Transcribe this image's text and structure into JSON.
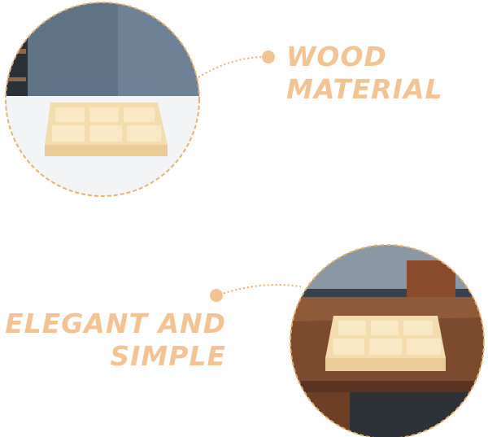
{
  "features": [
    {
      "label_lines": [
        "WOOD",
        "MATERIAL"
      ],
      "image": "wood-tray-on-white-table-photo"
    },
    {
      "label_lines": [
        "ELEGANT AND",
        "SIMPLE"
      ],
      "image": "wood-tray-on-dark-table-photo"
    }
  ],
  "colors": {
    "accent": "#f2c493",
    "circle_border": "#e8b26e",
    "wood": "#f4dfb6"
  }
}
